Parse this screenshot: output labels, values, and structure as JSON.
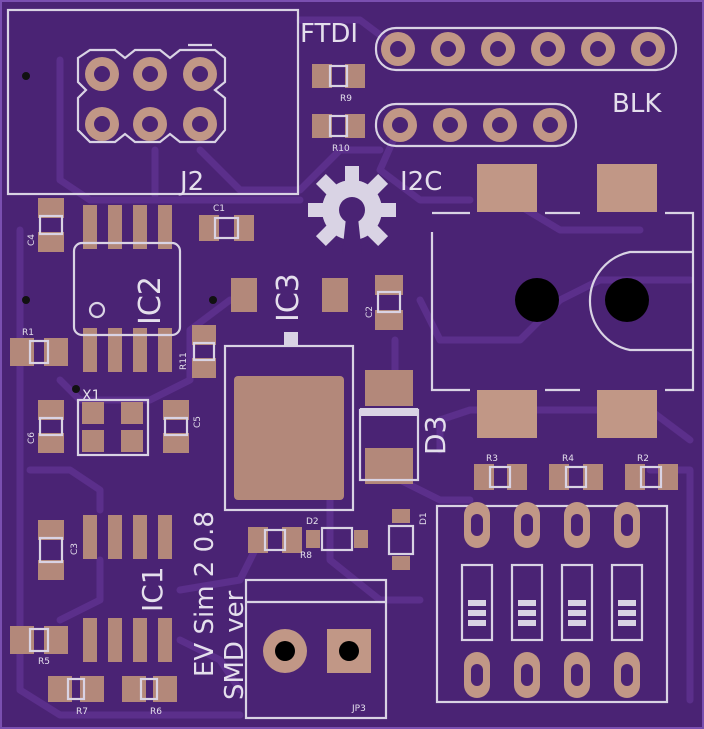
{
  "board": {
    "labels": {
      "ftdi": "FTDI",
      "blk": "BLK",
      "i2c": "I2C",
      "j2": "J2",
      "ic2": "IC2",
      "ic3": "IC3",
      "ic1": "IC1",
      "d3": "D3",
      "x1": "X1",
      "jp3": "JP3",
      "version_line1": "EV Sim 2 0.8",
      "version_line2": "SMD ver",
      "r1": "R1",
      "r2": "R2",
      "r3": "R3",
      "r4": "R4",
      "r5": "R5",
      "r6": "R6",
      "r7": "R7",
      "r8": "R8",
      "r9": "R9",
      "r10": "R10",
      "r11": "R11",
      "c1": "C1",
      "c2": "C2",
      "c3": "C3",
      "c4": "C4",
      "c5": "C5",
      "c6": "C6",
      "d1": "D1",
      "d2": "D2"
    },
    "colors": {
      "board": "#4a2374",
      "trace": "#5b2f8b",
      "pad": "#b3887a",
      "silkscreen": "#d9d3e4",
      "drill": "#000000"
    },
    "icons": {
      "logo": "open-hardware-gear-icon"
    }
  }
}
